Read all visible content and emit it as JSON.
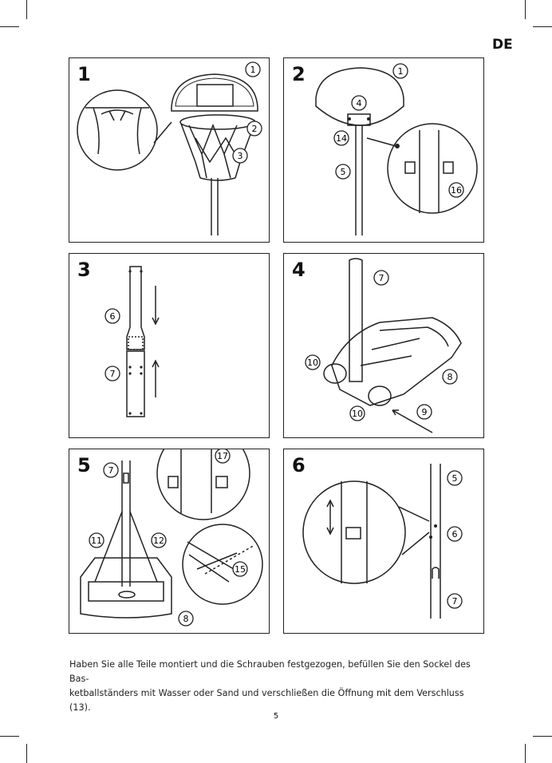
{
  "language_tag": "DE",
  "steps": [
    {
      "number": "1",
      "callouts": [
        "1",
        "2",
        "3"
      ]
    },
    {
      "number": "2",
      "callouts": [
        "1",
        "4",
        "14",
        "5",
        "16"
      ]
    },
    {
      "number": "3",
      "callouts": [
        "6",
        "7"
      ]
    },
    {
      "number": "4",
      "callouts": [
        "7",
        "10",
        "8",
        "10",
        "9"
      ]
    },
    {
      "number": "5",
      "callouts": [
        "7",
        "17",
        "11",
        "12",
        "15",
        "8"
      ]
    },
    {
      "number": "6",
      "callouts": [
        "5",
        "6",
        "7"
      ]
    }
  ],
  "caption": "Haben Sie alle Teile montiert und die Schrauben festgezogen, befüllen Sie den Sockel des Basketballständers mit Wasser oder Sand und verschließen die Öffnung mit dem Verschluss (13).",
  "caption_lines": [
    "Haben Sie alle Teile montiert und die Schrauben festgezogen, befüllen Sie den Sockel des Bas-",
    "ketballständers mit Wasser oder Sand und verschließen die Öffnung mit dem Verschluss (13)."
  ],
  "page_number": "5"
}
